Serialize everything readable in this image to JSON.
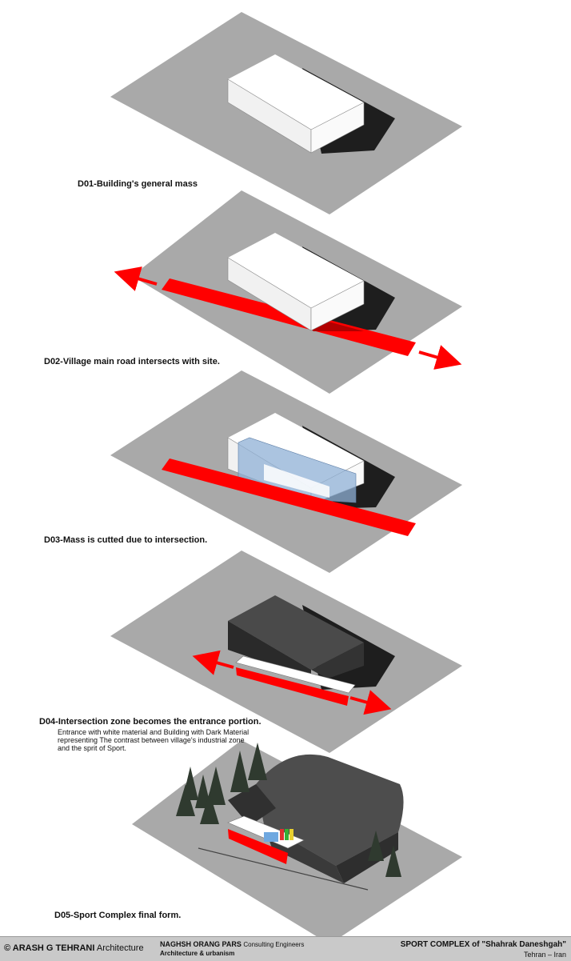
{
  "steps": [
    {
      "id": "D01",
      "caption": "D01-Building's general mass"
    },
    {
      "id": "D02",
      "caption": "D02-Village main road intersects with site."
    },
    {
      "id": "D03",
      "caption": "D03-Mass is cutted due to intersection."
    },
    {
      "id": "D04",
      "caption": "D04-Intersection zone becomes the entrance portion.",
      "note_lines": [
        "Entrance with white material and Building with Dark Material",
        "representing The contrast between village's industrial zone",
        "and the sprit of Sport."
      ]
    },
    {
      "id": "D05",
      "caption": "D05-Sport Complex final form."
    }
  ],
  "footer": {
    "copyright": "© ARASH G TEHRANI",
    "copyright_suffix": "Architecture",
    "firm": "NAGHSH ORANG PARS",
    "firm_suffix": "Consulting Engineers",
    "firm_sub": "Architecture & urbanism",
    "project": "SPORT COMPLEX of \"Shahrak Daneshgah\"",
    "location": "Tehran – Iran"
  },
  "colors": {
    "site": "#a9a9a9",
    "road": "#ff0000",
    "mass": "#ffffff",
    "dark_mass": "#3a3a3a",
    "glass": "#8fb0d6",
    "footer_bg": "#c9c9c9"
  }
}
